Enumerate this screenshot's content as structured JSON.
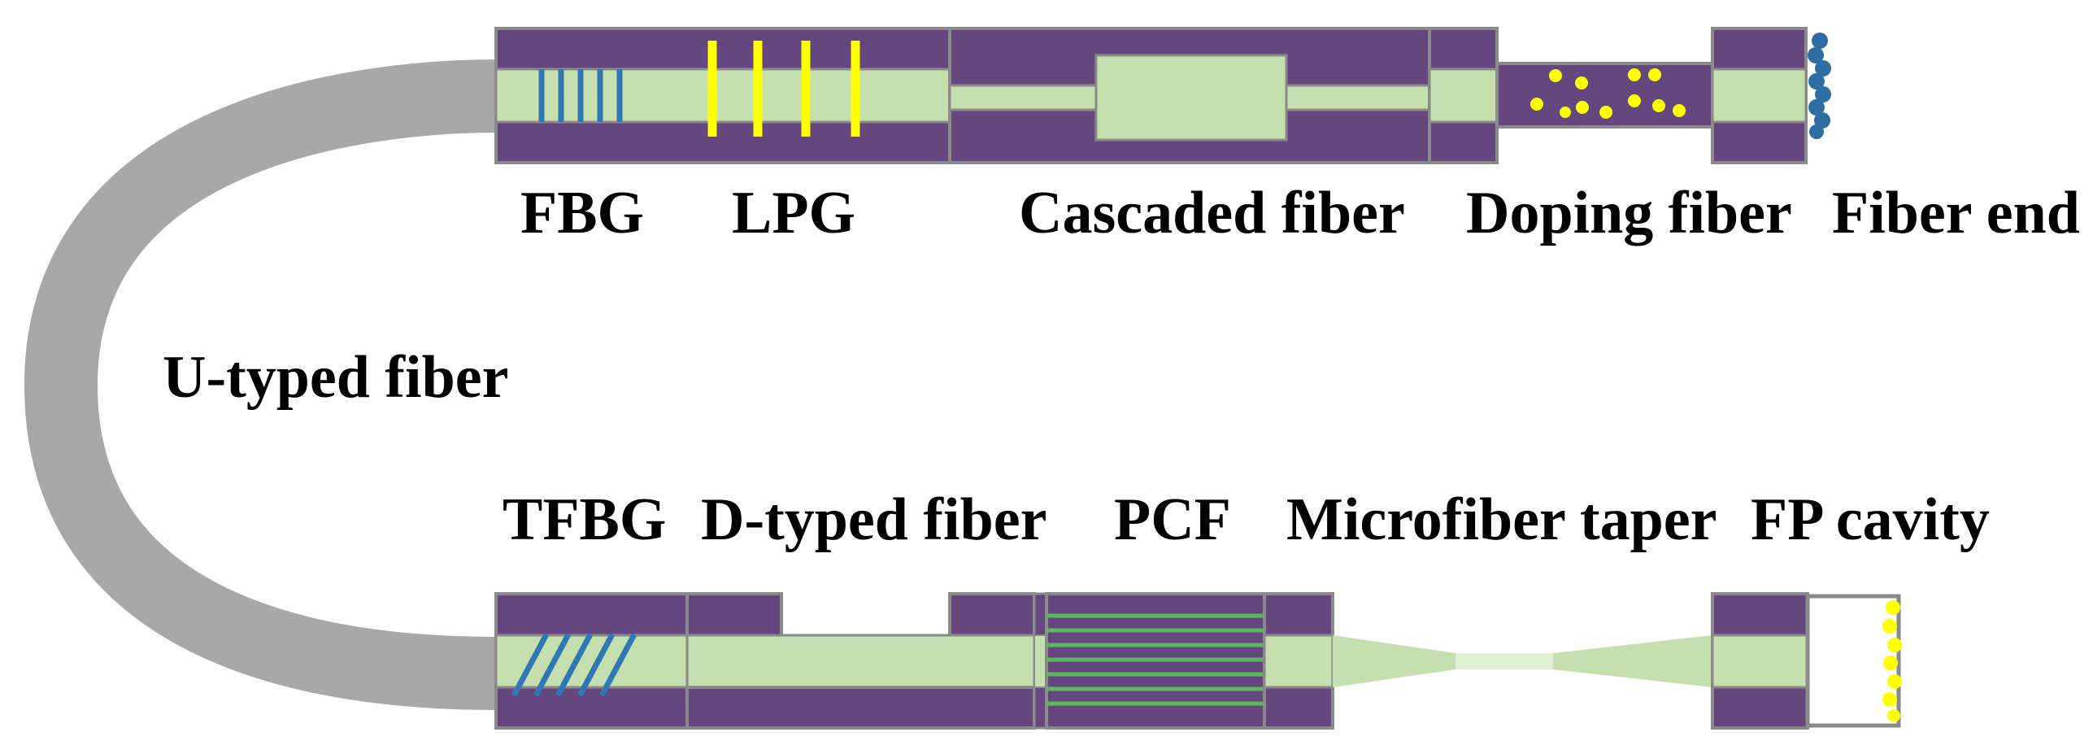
{
  "labels": {
    "fbg": "FBG",
    "lpg": "LPG",
    "cascaded": "Cascaded fiber",
    "doping": "Doping fiber",
    "fiber_end": "Fiber end",
    "u_typed": "U-typed fiber",
    "tfbg": "TFBG",
    "d_typed": "D-typed fiber",
    "pcf": "PCF",
    "taper": "Microfiber taper",
    "fp": "FP cavity"
  },
  "colors": {
    "cladding": "#66467f",
    "core": "#c6dfae",
    "border": "#8a8a8a",
    "u_fiber": "#a8a8a8",
    "fbg_lines": "#2f78b4",
    "lpg_lines": "#ffff00",
    "dopants": "#ffff00",
    "fiber_end_mark": "#2f6ea3",
    "pcf_lines": "#5cb85c",
    "taper_light": "#e1efd5",
    "fp_mirror": "#ffff00"
  }
}
